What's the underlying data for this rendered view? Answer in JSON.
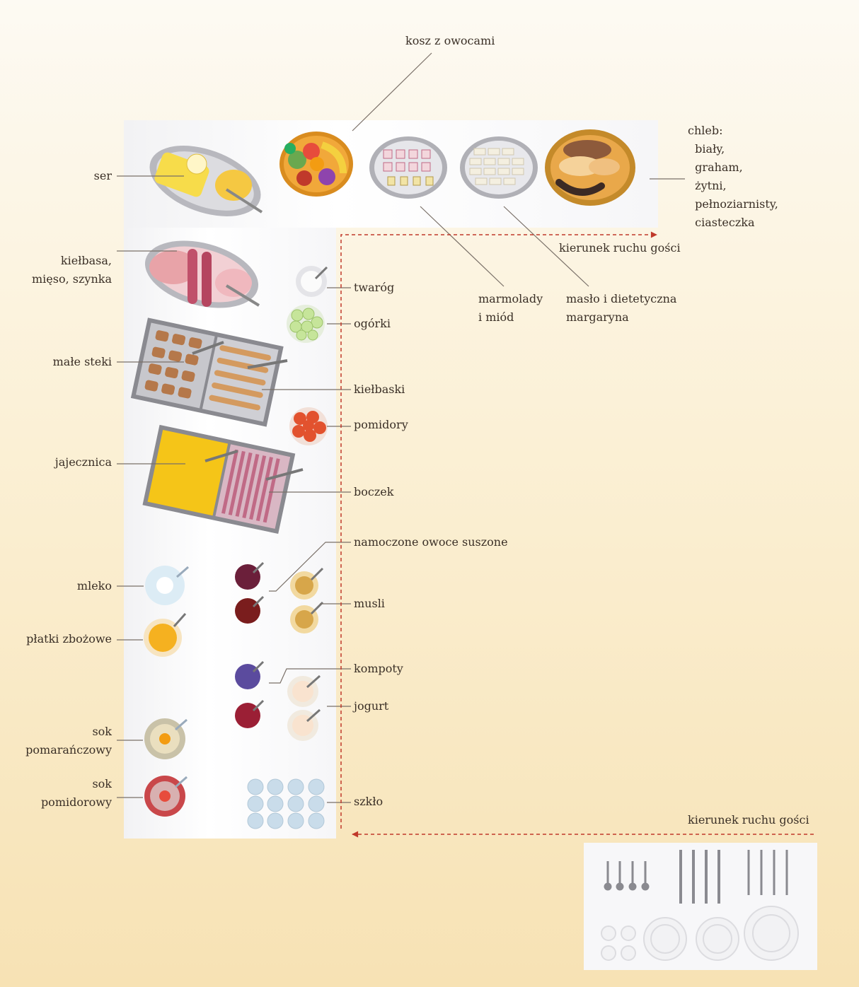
{
  "labels": {
    "fruit_basket": "kosz z owocami",
    "bread": "chleb:\n  biały,\n  graham,\n  żytni,\n  pełnoziarnisty,\n  ciasteczka",
    "cheese": "ser",
    "cold_meats": "kiełbasa,\nmięso, szynka",
    "curd": "twaróg",
    "cucumbers": "ogórki",
    "steaks": "małe steki",
    "sausages": "kiełbaski",
    "tomatoes": "pomidory",
    "scrambled_eggs": "jajecznica",
    "bacon": "boczek",
    "dried_fruit": "namoczone owoce suszone",
    "milk": "mleko",
    "muesli": "musli",
    "cereal": "płatki zbożowe",
    "compotes": "kompoty",
    "yogurt": "jogurt",
    "orange_juice": "sok\npomarańczowy",
    "tomato_juice": "sok\npomidorowy",
    "glass": "szkło",
    "jams": "marmolady\ni miód",
    "butter": "masło i dietetyczna\nmargaryna",
    "guest_flow_top": "kierunek ruchu gości",
    "guest_flow_bottom": "kierunek ruchu gości"
  },
  "colors": {
    "arrow": "#c0392b",
    "leader": "#7a7068",
    "tray": "#a8a8ae",
    "cheese": "#f4d03f",
    "meat": "#e8a3a8",
    "eggs": "#f1c40f",
    "bacon": "#c06a86"
  },
  "icons": {
    "fruit_basket": "fruit-basket-icon",
    "cutlery": "cutlery-icon",
    "plates": "plates-icon"
  }
}
